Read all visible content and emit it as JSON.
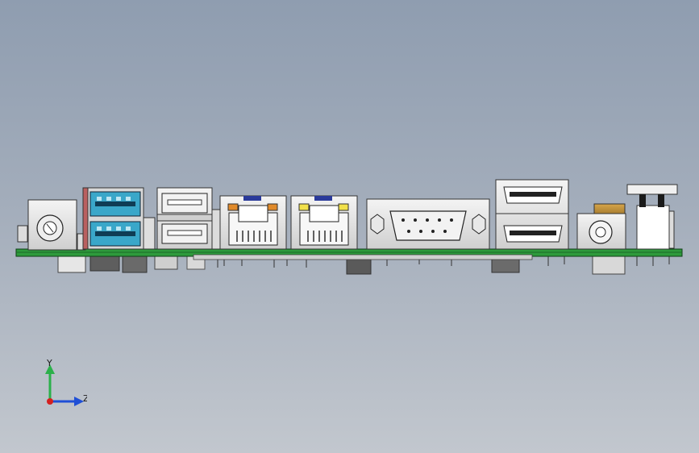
{
  "viewport": {
    "background_top": "#8f9db0",
    "background_bottom": "#c2c7ce"
  },
  "model": {
    "pcb_color": "#2e9a3c",
    "usb3_color": "#3aa7c9",
    "components": [
      "audio-jack-connector",
      "usb3-dual-port",
      "usb2-dual-port",
      "rj45-port-1",
      "rj45-port-2",
      "db9-serial-connector",
      "hdmi-dual-port",
      "dc-power-jack",
      "header-connector"
    ]
  },
  "triad": {
    "y_label": "Y",
    "z_label": "Z",
    "y_color": "#2bb04a",
    "z_color": "#1f4fd6",
    "x_color": "#d42020"
  }
}
